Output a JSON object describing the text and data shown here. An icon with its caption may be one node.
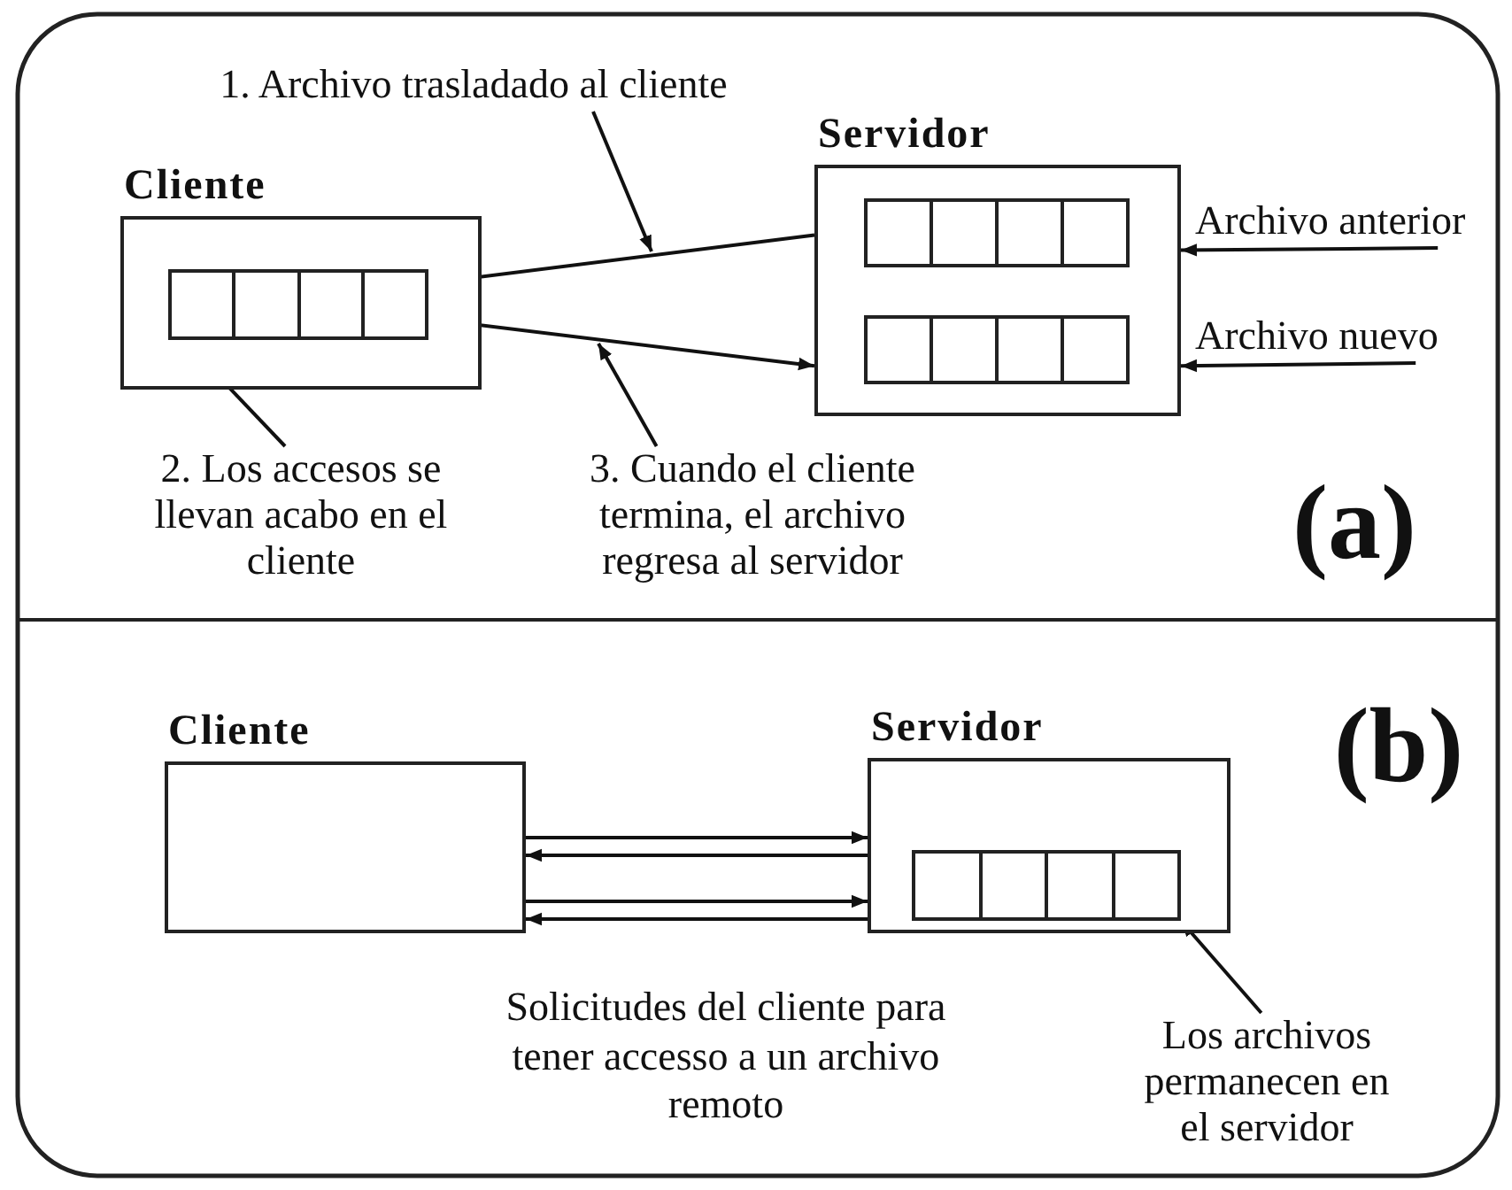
{
  "diagram": {
    "nodes": [
      {
        "text": [
          "Cliente"
        ]
      },
      {
        "text": [],
        "shape": "box",
        "in": 0
      },
      {
        "text": [
          "Servidor"
        ]
      },
      {
        "text": [],
        "shape": "box",
        "in": 2
      },
      {
        "text": [],
        "shape": "box",
        "in": 2
      },
      {
        "text": [
          "1. Archivo trasladado al cliente"
        ]
      },
      {
        "text": [
          "Archivo anterior"
        ]
      },
      {
        "text": [
          "Archivo nuevo"
        ]
      },
      {
        "text": [
          "2. Los accesos se llevan acabo en el cliente"
        ]
      },
      {
        "text": [
          "3. Cuando el cliente termina, el archivo regresa al servidor"
        ]
      },
      {
        "text": [
          "Cliente"
        ]
      },
      {
        "text": [
          "Servidor"
        ]
      },
      {
        "text": [],
        "shape": "box",
        "in": 11
      },
      {
        "text": [
          "Los archivos permanecen en el servidor"
        ]
      }
    ],
    "edges": [
      {
        "from": 2,
        "to": 1,
        "arrow": "to"
      },
      {
        "from": 1,
        "to": 2,
        "arrow": "to"
      },
      {
        "from": 5,
        "to": null,
        "arrow": "to"
      },
      {
        "from": 6,
        "to": 2,
        "arrow": "to"
      },
      {
        "from": 7,
        "to": 2,
        "arrow": "to"
      },
      {
        "from": 8,
        "to": 1,
        "arrow": "to"
      },
      {
        "from": 9,
        "to": null,
        "arrow": "to"
      },
      {
        "from": 10,
        "to": 11,
        "arrow": "to"
      },
      {
        "from": 11,
        "to": 10,
        "arrow": "to"
      },
      {
        "from": 10,
        "to": 11,
        "arrow": "to"
      },
      {
        "from": 11,
        "to": 10,
        "arrow": "to"
      },
      {
        "from": 13,
        "to": 12,
        "arrow": "to"
      }
    ],
    "labels": [
      "(a)",
      "(b)",
      "Solicitudes del cliente para tener accesso a un archivo remoto"
    ]
  }
}
